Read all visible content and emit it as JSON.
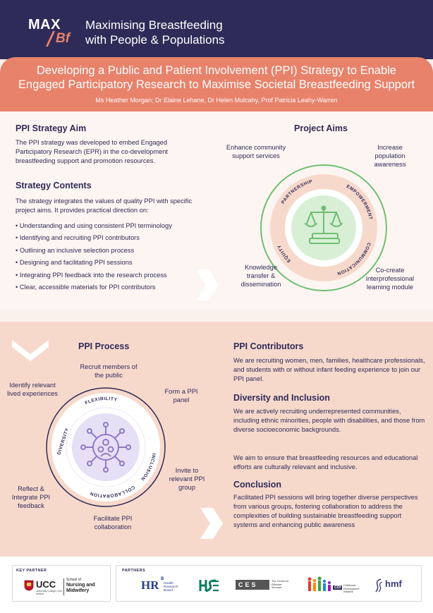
{
  "header": {
    "logo_max": "MAX",
    "logo_bf": "Bf",
    "brand_line1": "Maximising Breastfeeding",
    "brand_line2": "with People & Populations"
  },
  "banner": {
    "title_line1": "Developing a Public and Patient Involvement (PPI) Strategy to Enable",
    "title_line2": "Engaged Participatory Research to Maximise Societal Breastfeeding Support",
    "authors": "Ms Heather Morgan; Dr Elaine Lehane, Dr Helen Mulcahy, Prof Patricia Leahy-Warren"
  },
  "strategy_aim": {
    "heading": "PPI Strategy Aim",
    "text": "The PPI strategy was developed to embed Engaged Participatory Research (EPR) in the co-development breastfeeding support and promotion resources."
  },
  "strategy_contents": {
    "heading": "Strategy Contents",
    "intro": "The strategy integrates the values of quality PPI with specific project aims. It provides practical direction on:",
    "items": [
      "Understanding and using consistent PPI terminology",
      "Identifying and recruiting PPI contributors",
      "Outlining an inclusive selection process",
      "Designing and facilitating  PPI sessions",
      "Integrating PPI feedback into the research process",
      "Clear, accessible materials for PPI contributors"
    ]
  },
  "project_aims": {
    "heading": "Project Aims",
    "aims": [
      "Enhance community support services",
      "Increase population awareness",
      "Knowledge transfer & dissemination",
      "Co-create interprofessional learning module"
    ],
    "ring_words": [
      "PARTNERSHIP",
      "EMPOWERMENT",
      "COMMUNICATION",
      "EQUITY"
    ]
  },
  "ppi_process": {
    "heading": "PPI Process",
    "steps": [
      "Recruit members of the public",
      "Form a PPI panel",
      "Invite to relevant PPI group",
      "Facilitate PPI collaboration",
      "Reflect & Integrate PPI feedback",
      "Identify relevant lived experiences"
    ],
    "ring_words": [
      "FLEXIBILITY",
      "INCLUSION",
      "COLLABORATION",
      "DIVERSITY"
    ]
  },
  "contributors": {
    "heading": "PPI Contributors",
    "text": "We are recruiting women, men, families, healthcare professionals, and students with or without infant feeding experience to join our PPI panel."
  },
  "diversity": {
    "heading": "Diversity and Inclusion",
    "text1": "We are actively recruiting underrepresented communities, including ethnic minorities, people with disabilities, and those from diverse socioeconomic backgrounds.",
    "text2": "We aim to ensure that breastfeeding resources and educational efforts are culturally relevant and inclusive."
  },
  "conclusion": {
    "heading": "Conclusion",
    "text": "Facilitated PPI sessions will bring together diverse perspectives from various groups, fostering collaboration to address the complexities of building sustainable breastfeeding support systems and enhancing public awareness"
  },
  "footer": {
    "key_partner_label": "KEY PARTNER",
    "partners_label": "PARTNERS",
    "ucc": "UCC",
    "ucc_sub": "University College Cork, Ireland",
    "school": "School of",
    "school_name1": "Nursing and",
    "school_name2": "Midwifery",
    "hrb_line1": "Health",
    "hrb_line2": "Research",
    "hrb_line3": "Board",
    "hse": "HSE",
    "ces": "CES",
    "ces_sub": "The Centre for Effective Services",
    "cdi": "CDI",
    "cdi_sub": "Childhood Development Initiative",
    "hmf": "hmf"
  },
  "colors": {
    "navy": "#2f2b58",
    "coral": "#e8826b",
    "green": "#6fbe72",
    "lavender": "#a99be0"
  }
}
